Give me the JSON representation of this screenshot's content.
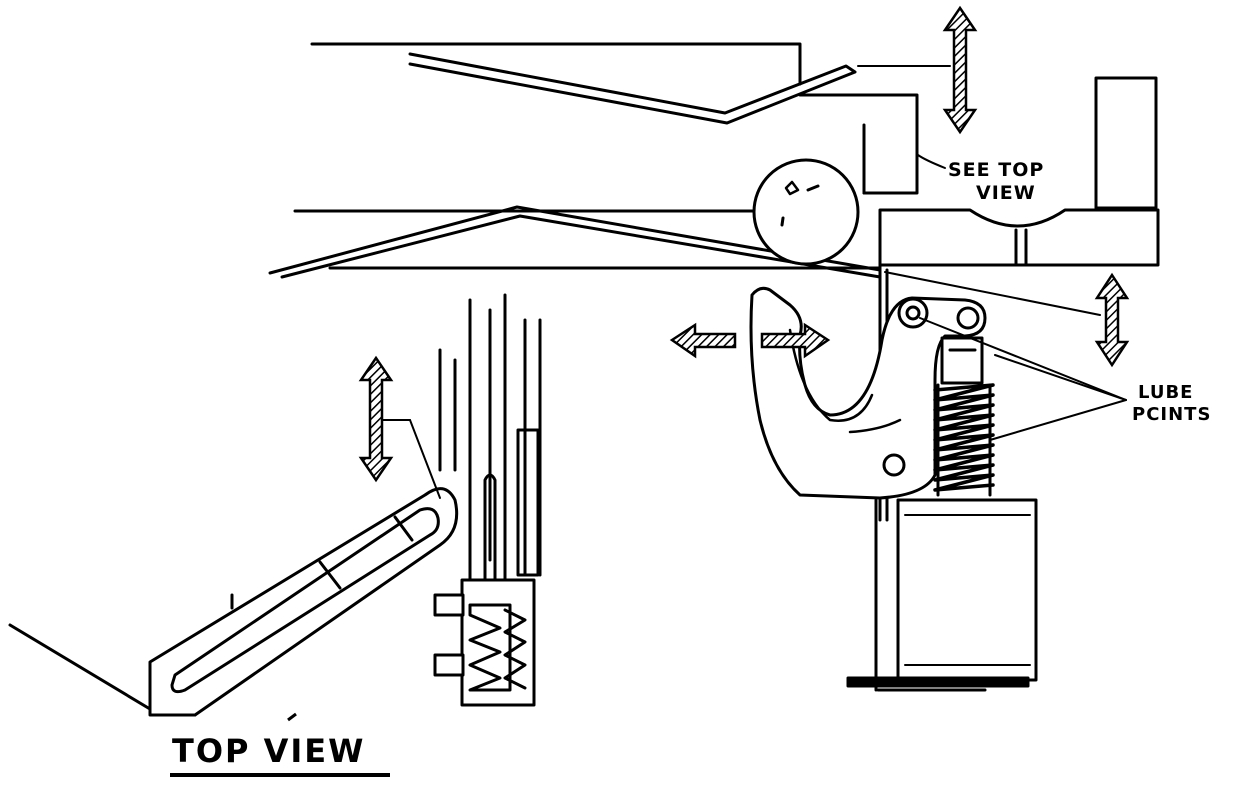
{
  "labels": {
    "see_top_view_line1": "SEE TOP",
    "see_top_view_line2": "VIEW",
    "lube_points_line1": "LUBE",
    "lube_points_line2": "PCINTS",
    "top_view_title": "TOP VIEW"
  },
  "colors": {
    "ink": "#000000",
    "paper": "#ffffff"
  }
}
